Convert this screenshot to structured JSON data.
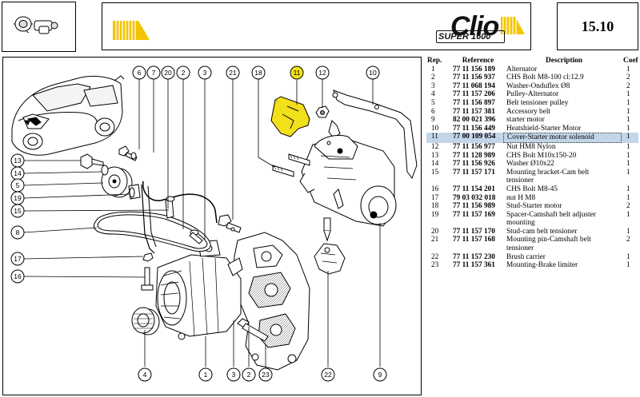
{
  "header": {
    "model_name": "Clio",
    "model_sub": "SUPER 1600",
    "page_number": "15.10",
    "brand_stripe_color": "#f5c400"
  },
  "table": {
    "headers": {
      "rep": "Rep.",
      "reference": "Reference",
      "description": "Description",
      "coef": "Coef"
    },
    "rows": [
      {
        "rep": "1",
        "reference": "77 11 156 189",
        "description": "Alternator",
        "coef": "1"
      },
      {
        "rep": "2",
        "reference": "77 11 156 937",
        "description": "CHS Bolt M8-100 cl:12.9",
        "coef": "2"
      },
      {
        "rep": "3",
        "reference": "77 11 068 194",
        "description": "Washer-Onduflex Ø8",
        "coef": "2"
      },
      {
        "rep": "4",
        "reference": "77 11 157 206",
        "description": "Pulley-Alternator",
        "coef": "1"
      },
      {
        "rep": "5",
        "reference": "77 11 156 897",
        "description": "Belt tensioner pulley",
        "coef": "1"
      },
      {
        "rep": "6",
        "reference": "77 11 157 381",
        "description": "Accessory belt",
        "coef": "1"
      },
      {
        "rep": "9",
        "reference": "82 00 021 396",
        "description": "starter motor",
        "coef": "1"
      },
      {
        "rep": "10",
        "reference": "77 11 156 449",
        "description": "Heatshield-Starter Motor",
        "coef": "1"
      },
      {
        "rep": "11",
        "reference": "77 00 109 054",
        "description": "Cover-Starter motor solenoid",
        "coef": "1",
        "highlight": true
      },
      {
        "rep": "12",
        "reference": "77 11 156 977",
        "description": "Nut HM8 Nylon",
        "coef": "1"
      },
      {
        "rep": "13",
        "reference": "77 11 128 989",
        "description": "CHS Bolt M10x150-20",
        "coef": "1"
      },
      {
        "rep": "14",
        "reference": "77 11 156 926",
        "description": "Washer Ø10x22",
        "coef": "1"
      },
      {
        "rep": "15",
        "reference": "77 11 157 171",
        "description": "Mounting bracket-Cam belt",
        "coef": "1"
      },
      {
        "rep": "",
        "reference": "",
        "description": "tensioner",
        "coef": "",
        "cont": true
      },
      {
        "rep": "16",
        "reference": "77 11 154 201",
        "description": "CHS Bolt M8-45",
        "coef": "1"
      },
      {
        "rep": "17",
        "reference": "79 03 032 018",
        "description": "nut H M8",
        "coef": "1"
      },
      {
        "rep": "18",
        "reference": "77 11 156 989",
        "description": "Stud-Starter motor",
        "coef": "2"
      },
      {
        "rep": "19",
        "reference": "77 11 157 169",
        "description": "Spacer-Camshaft belt adjuster",
        "coef": "1"
      },
      {
        "rep": "",
        "reference": "",
        "description": "mounting",
        "coef": "",
        "cont": true
      },
      {
        "rep": "20",
        "reference": "77 11 157 170",
        "description": "Stud-cam belt tensioner",
        "coef": "1"
      },
      {
        "rep": "21",
        "reference": "77 11 157 168",
        "description": "Mounting pin-Camshaft belt",
        "coef": "2"
      },
      {
        "rep": "",
        "reference": "",
        "description": "tensioner",
        "coef": "",
        "cont": true
      },
      {
        "rep": "22",
        "reference": "77 11 157 230",
        "description": "Brush carrier",
        "coef": "1"
      },
      {
        "rep": "23",
        "reference": "77 11 157 361",
        "description": "Mounting-Brake limiter",
        "coef": "1"
      }
    ]
  },
  "diagram": {
    "callouts_top": [
      "6",
      "7",
      "20",
      "2",
      "3",
      "21",
      "18",
      "11",
      "12",
      "10"
    ],
    "callouts_left": [
      "13",
      "14",
      "5",
      "19",
      "15",
      "8",
      "17",
      "16"
    ],
    "callouts_bottom": [
      "4",
      "1",
      "3",
      "2",
      "23",
      "22",
      "9"
    ],
    "highlight_color": "#f2e01a"
  }
}
